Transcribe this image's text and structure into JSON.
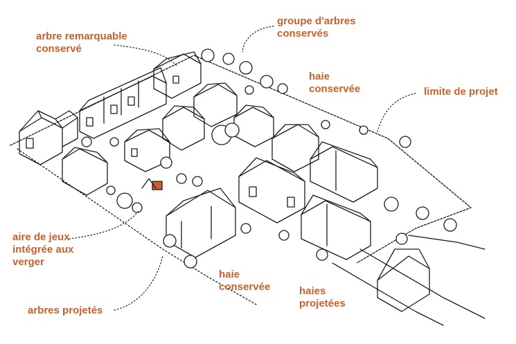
{
  "labels": {
    "arbre_remarquable_1": "arbre remarquable",
    "arbre_remarquable_2": "conservé",
    "groupe_arbres_1": "groupe d'arbres",
    "groupe_arbres_2": "conservés",
    "haie_top_1": "haie",
    "haie_top_2": "conservée",
    "limite_projet": "limite de projet",
    "aire_jeux_1": "aire de jeux",
    "aire_jeux_2": "intégrée aux",
    "aire_jeux_3": "verger",
    "arbres_projetes": "arbres projetés",
    "haie_bottom_1": "haie",
    "haie_bottom_2": "conservée",
    "haies_projetees_1": "haies",
    "haies_projetees_2": "projetées"
  },
  "colors": {
    "label": "#c8602e",
    "ink": "#1a1a1a",
    "paper": "#ffffff"
  }
}
